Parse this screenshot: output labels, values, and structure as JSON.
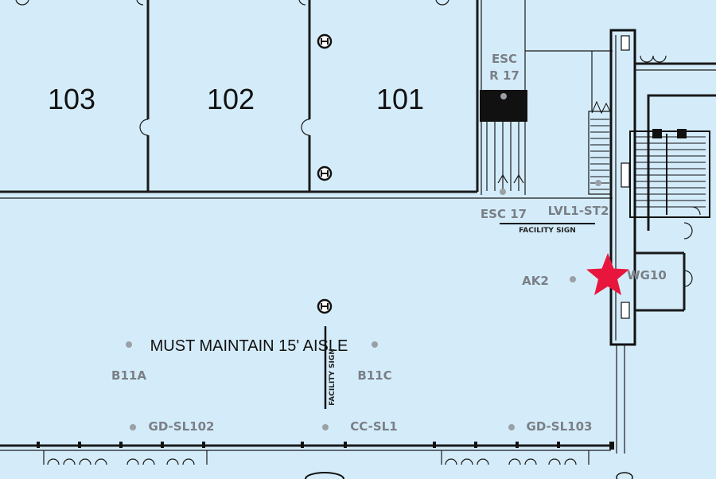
{
  "rooms": {
    "r103": "103",
    "r102": "102",
    "r101": "101"
  },
  "escalator": {
    "top_label_1": "ESC",
    "top_label_2": "R 17",
    "bottom_label": "ESC 17"
  },
  "stair": {
    "label": "LVL1-ST2"
  },
  "signs": {
    "facility_sign_h": "FACILITY SIGN",
    "facility_sign_v": "FACILITY SIGN",
    "aisle": "MUST MAINTAIN 15' AISLE"
  },
  "locations": {
    "ak2": "AK2",
    "wg10": "WG10",
    "b11a": "B11A",
    "b11c": "B11C",
    "gd_sl102": "GD-SL102",
    "cc_sl1": "CC-SL1",
    "gd_sl103": "GD-SL103"
  },
  "marker": {
    "label": "you-are-here-star",
    "color": "#e8163c"
  },
  "colors": {
    "floor": "#d4ecfa",
    "wall": "#1a1a1a",
    "point": "#9aa0a6",
    "label": "#7a7f86"
  }
}
